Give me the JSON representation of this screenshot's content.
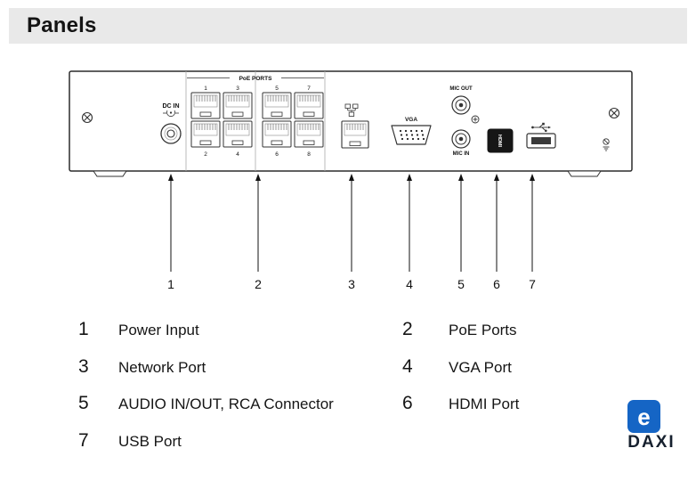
{
  "page": {
    "title": "Panels"
  },
  "diagram": {
    "poe_label": "PoE PORTS",
    "dc_in_label": "DC IN",
    "vga_label": "VGA",
    "mic_out_label": "MIC OUT",
    "mic_in_label": "MIC IN",
    "hdmi_label": "HDMI",
    "port_numbers_top": [
      "1",
      "3",
      "5",
      "7"
    ],
    "port_numbers_bottom": [
      "2",
      "4",
      "6",
      "8"
    ],
    "callouts": [
      "1",
      "2",
      "3",
      "4",
      "5",
      "6",
      "7"
    ]
  },
  "legend": {
    "items": [
      {
        "num": "1",
        "label": "Power Input"
      },
      {
        "num": "2",
        "label": "PoE Ports"
      },
      {
        "num": "3",
        "label": "Network Port"
      },
      {
        "num": "4",
        "label": "VGA Port"
      },
      {
        "num": "5",
        "label": "AUDIO IN/OUT, RCA Connector"
      },
      {
        "num": "6",
        "label": "HDMI Port"
      },
      {
        "num": "7",
        "label": "USB Port"
      }
    ]
  },
  "brand": {
    "logo_letter": "e",
    "name": "DAXI",
    "accent": "#1565c5"
  }
}
